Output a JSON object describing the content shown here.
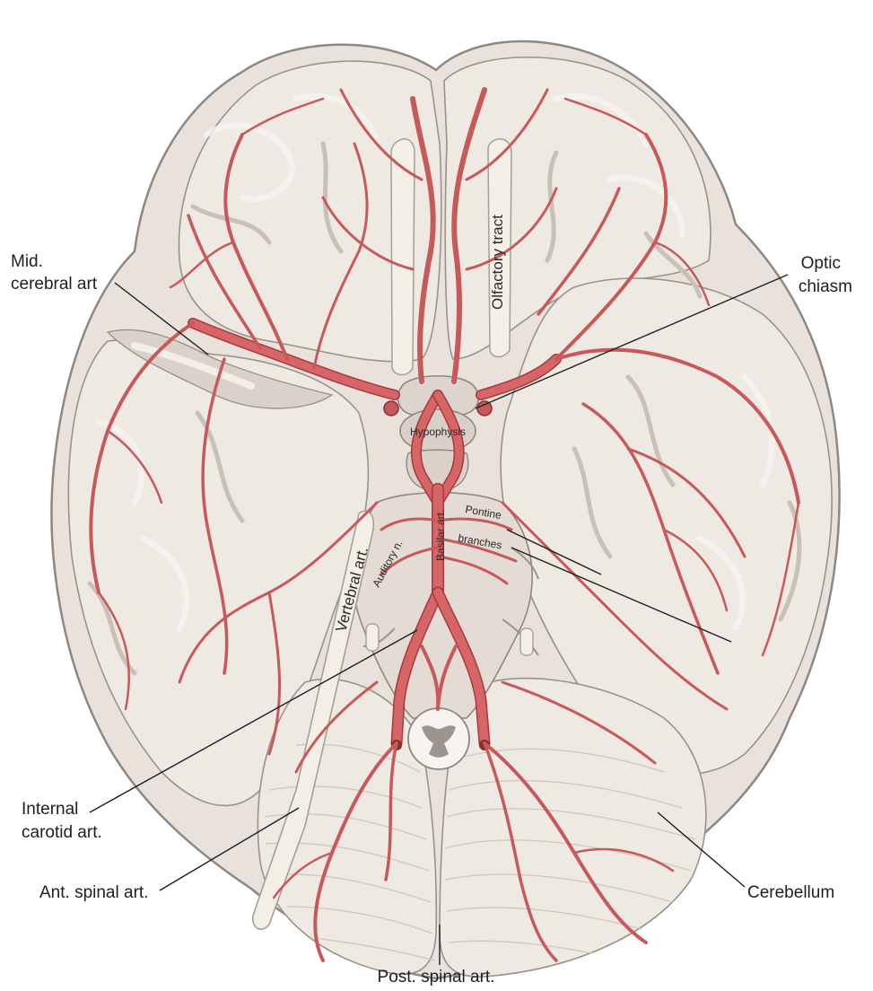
{
  "labels": {
    "mid_cerebral_line1": "Mid.",
    "mid_cerebral_line2": "cerebral art",
    "optic_line1": "Optic",
    "optic_line2": "chiasm",
    "internal_line1": "Internal",
    "internal_line2": "carotid art.",
    "ant_spinal": "Ant. spinal art.",
    "cerebellum": "Cerebellum",
    "post_spinal": "Post. spinal art."
  },
  "inline_labels": {
    "hypophysis": "Hypophysis",
    "olfactory_tract": "Olfactory tract",
    "vertebral_art": "Vertebral art.",
    "auditory_n": "Auditory n.",
    "basilar_art": "Basilar art.",
    "pontine": "Pontine",
    "branches": "branches"
  },
  "colors": {
    "artery": "#d56566",
    "brain_tissue": "#e9e2dc",
    "outline": "#8e8782",
    "label_text": "#1f1f1f"
  }
}
